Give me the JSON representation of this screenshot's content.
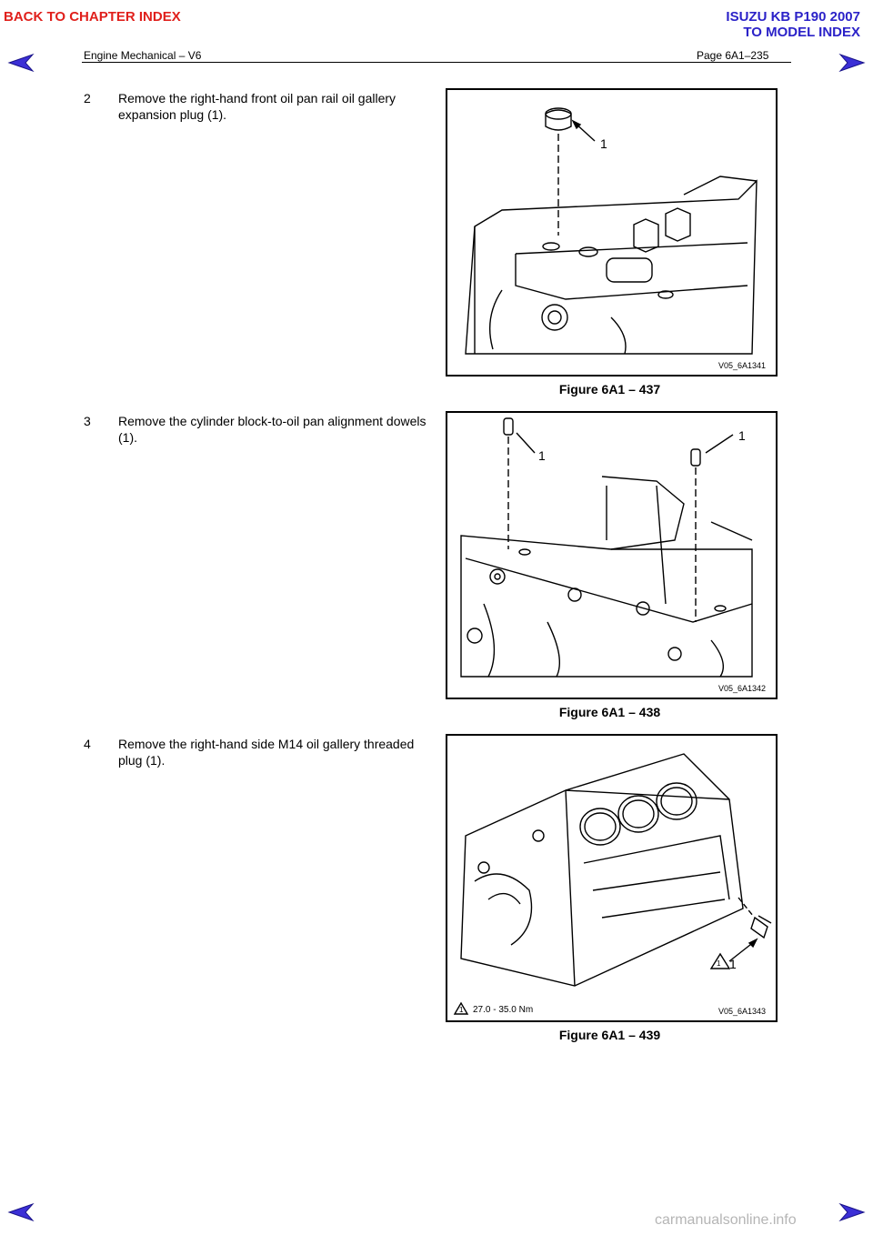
{
  "nav": {
    "back_to_chapter": "BACK TO CHAPTER INDEX",
    "model": "ISUZU KB P190 2007",
    "to_model_index": "TO MODEL INDEX"
  },
  "header": {
    "section": "Engine Mechanical – V6",
    "page": "Page 6A1–235"
  },
  "steps": [
    {
      "number": "2",
      "text": "Remove the right-hand front oil pan rail oil gallery expansion plug (1).",
      "figure": {
        "caption": "Figure 6A1 – 437",
        "code": "V05_6A1341",
        "callouts": [
          "1"
        ]
      }
    },
    {
      "number": "3",
      "text": "Remove the cylinder block-to-oil pan alignment dowels (1).",
      "figure": {
        "caption": "Figure 6A1 – 438",
        "code": "V05_6A1342",
        "callouts": [
          "1",
          "1"
        ]
      }
    },
    {
      "number": "4",
      "text": "Remove the right-hand side M14 oil gallery threaded plug (1).",
      "figure": {
        "caption": "Figure 6A1 – 439",
        "code": "V05_6A1343",
        "callouts": [
          "1"
        ],
        "torque_ref": "1",
        "torque": "27.0 - 35.0 Nm"
      }
    }
  ],
  "footer": {
    "watermark": "carmanualsonline.info"
  },
  "colors": {
    "nav_red": "#e0201c",
    "nav_blue": "#2b22c8",
    "arrow_fill": "#3b2fd6"
  }
}
